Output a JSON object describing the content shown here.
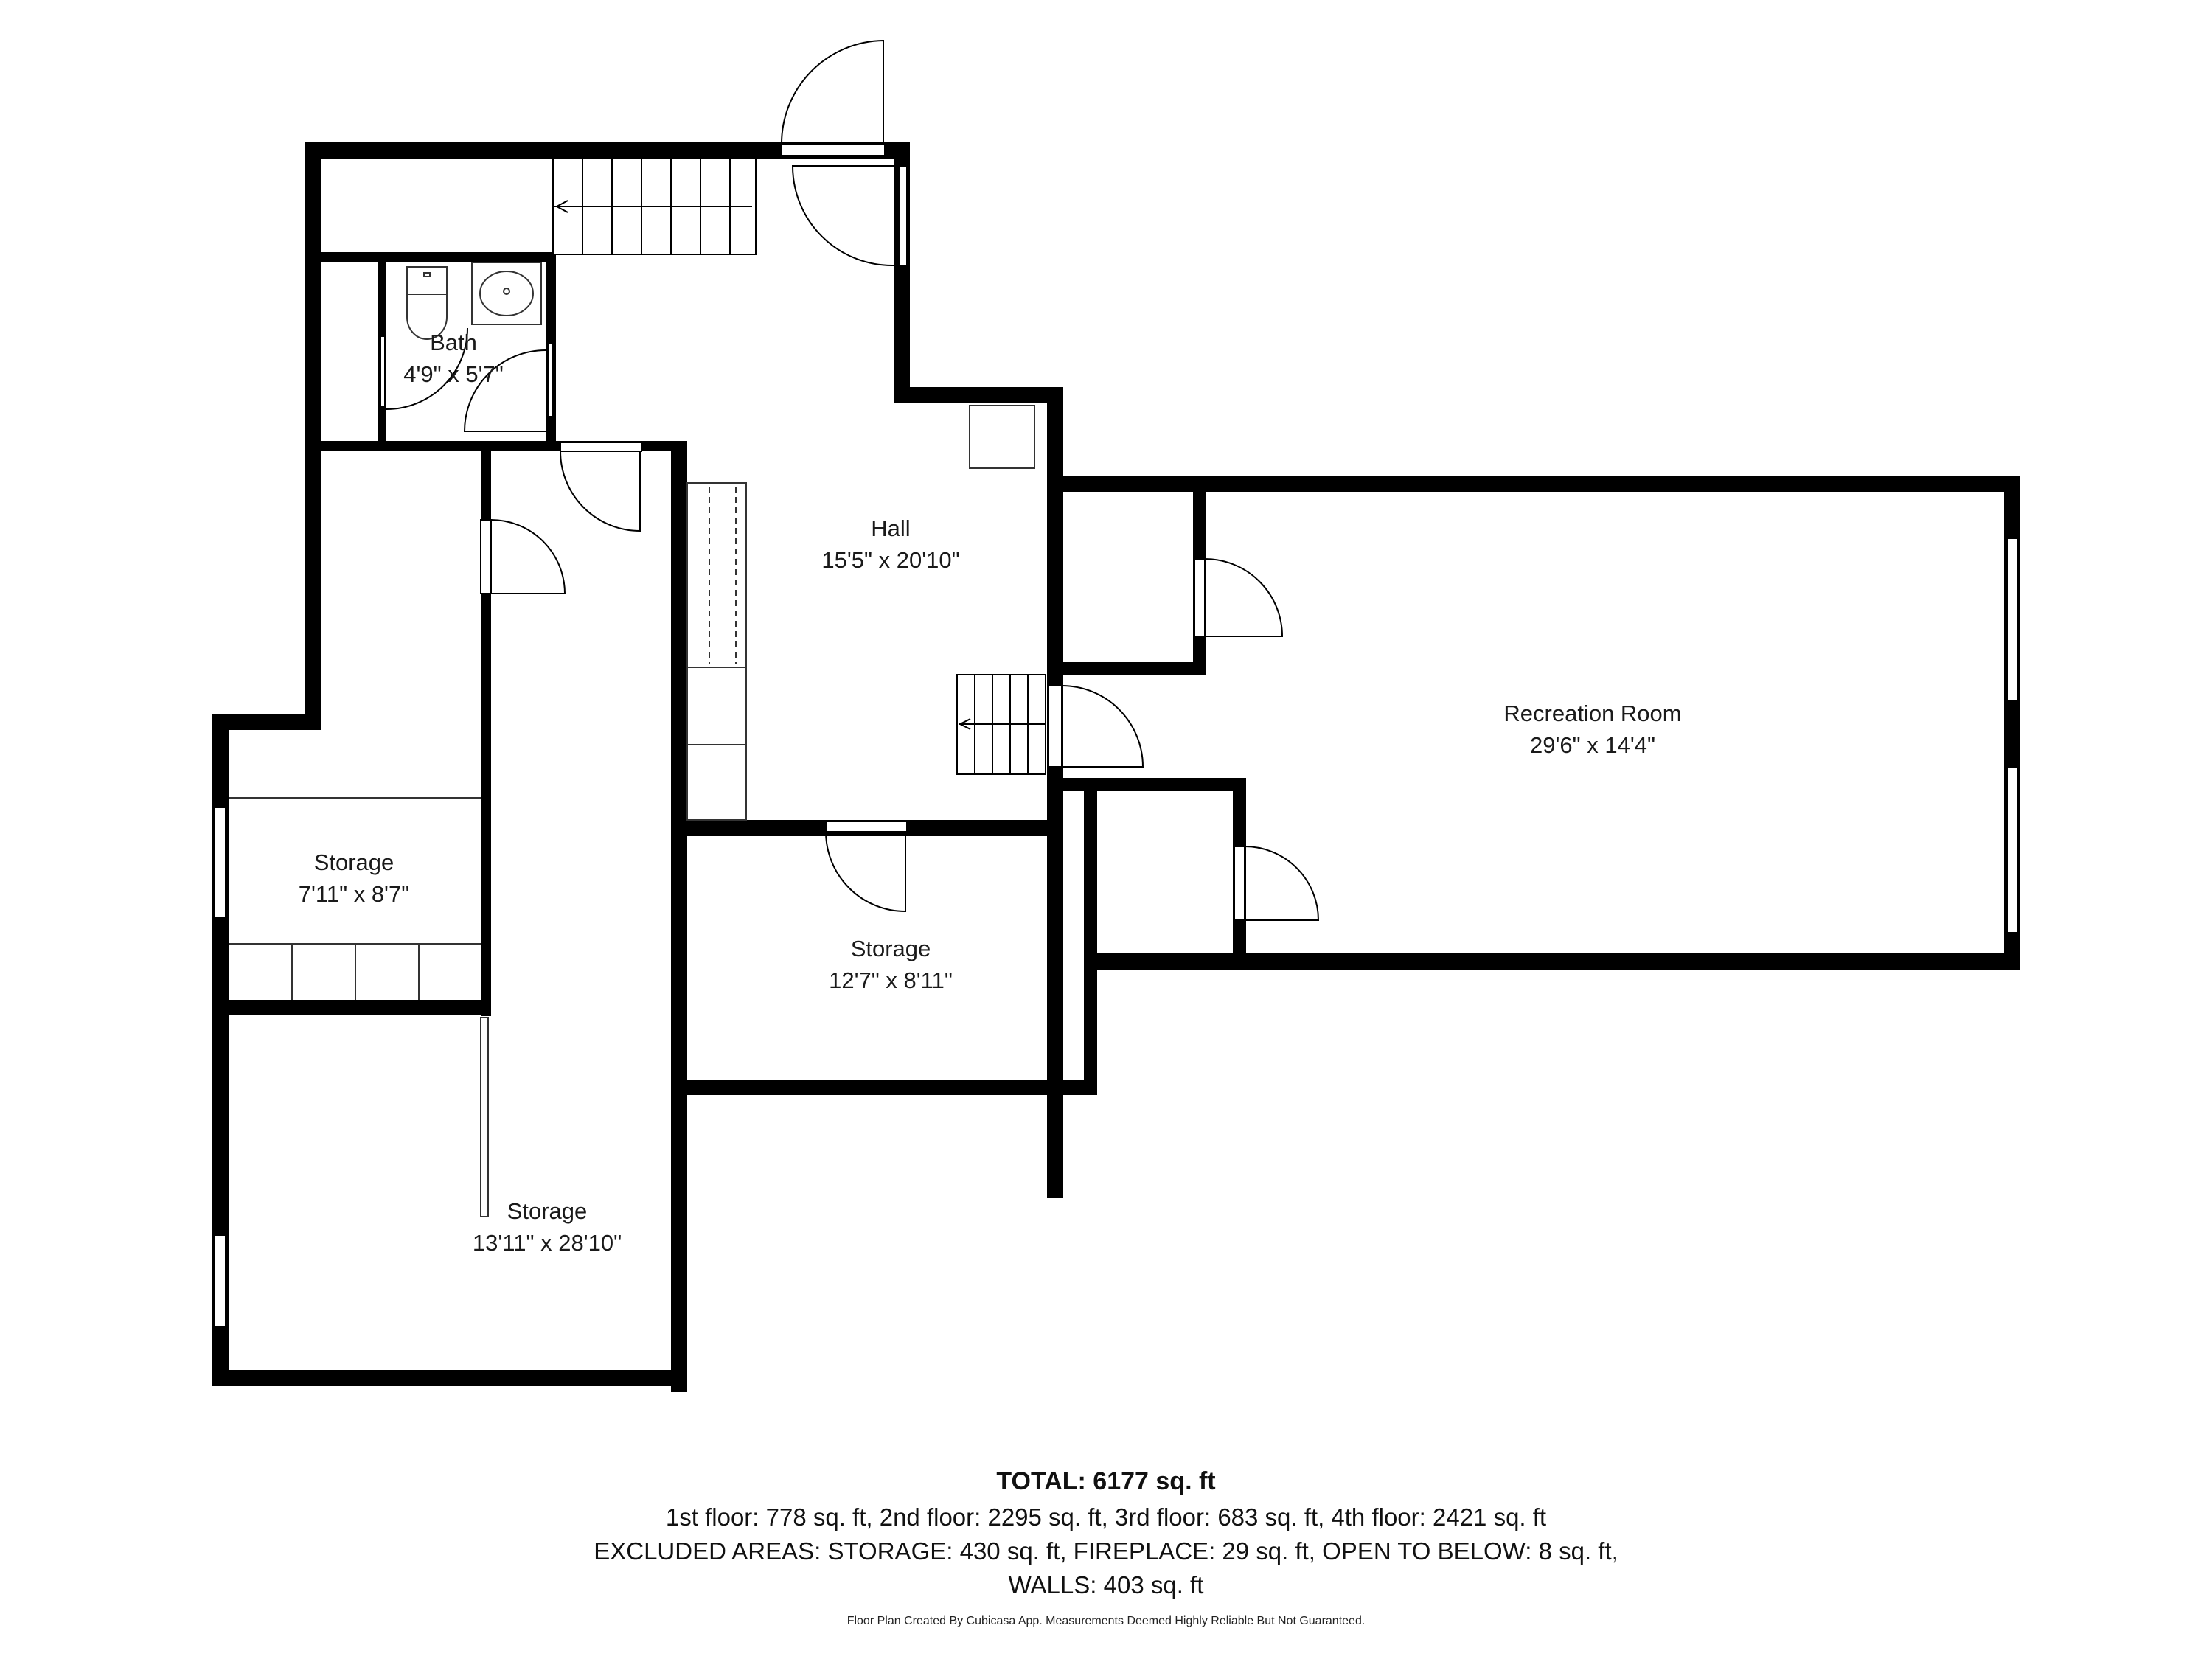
{
  "rooms": {
    "bath": {
      "name": "Bath",
      "dimensions": "4'9\" x 5'7\""
    },
    "hall": {
      "name": "Hall",
      "dimensions": "15'5\" x 20'10\""
    },
    "recreation_room": {
      "name": "Recreation Room",
      "dimensions": "29'6\" x 14'4\""
    },
    "storage_left": {
      "name": "Storage",
      "dimensions": "7'11\" x 8'7\""
    },
    "storage_center": {
      "name": "Storage",
      "dimensions": "12'7\" x 8'11\""
    },
    "storage_long": {
      "name": "Storage",
      "dimensions": "13'11\" x 28'10\""
    }
  },
  "summary": {
    "total": "TOTAL: 6177 sq. ft",
    "floors": "1st floor: 778 sq. ft, 2nd floor: 2295 sq. ft, 3rd floor: 683 sq. ft, 4th floor: 2421 sq. ft",
    "excluded": "EXCLUDED AREAS: STORAGE: 430 sq. ft, FIREPLACE: 29 sq. ft, OPEN TO BELOW: 8 sq. ft,",
    "walls": "WALLS: 403 sq. ft"
  },
  "credit": "Floor Plan Created By Cubicasa App. Measurements Deemed Highly Reliable But Not Guaranteed.",
  "colors": {
    "wall": "#000000",
    "fixture": "#333333",
    "background": "#ffffff"
  },
  "icons": [
    "toilet-icon",
    "sink-icon",
    "stairs-icon",
    "door-swing-icon",
    "window-icon"
  ]
}
